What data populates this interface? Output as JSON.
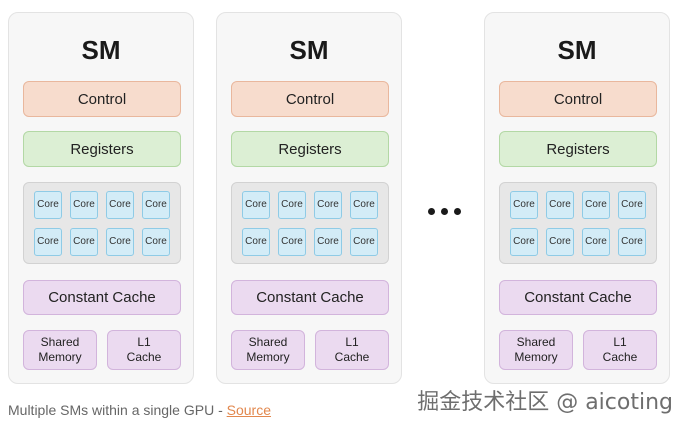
{
  "sm_blocks": [
    {
      "title": "SM",
      "control": "Control",
      "registers": "Registers",
      "cores": [
        "Core",
        "Core",
        "Core",
        "Core",
        "Core",
        "Core",
        "Core",
        "Core"
      ],
      "constant_cache": "Constant Cache",
      "shared_memory": "Shared\nMemory",
      "l1_cache": "L1\nCache"
    },
    {
      "title": "SM",
      "control": "Control",
      "registers": "Registers",
      "cores": [
        "Core",
        "Core",
        "Core",
        "Core",
        "Core",
        "Core",
        "Core",
        "Core"
      ],
      "constant_cache": "Constant Cache",
      "shared_memory": "Shared\nMemory",
      "l1_cache": "L1\nCache"
    },
    {
      "title": "SM",
      "control": "Control",
      "registers": "Registers",
      "cores": [
        "Core",
        "Core",
        "Core",
        "Core",
        "Core",
        "Core",
        "Core",
        "Core"
      ],
      "constant_cache": "Constant Cache",
      "shared_memory": "Shared\nMemory",
      "l1_cache": "L1\nCache"
    }
  ],
  "caption": {
    "text": "Multiple SMs within a single GPU - ",
    "link": "Source"
  },
  "watermark": "掘金技术社区 @ aicoting",
  "colors": {
    "control": "#f7dccd",
    "registers": "#dcefd4",
    "core": "#d3ecf7",
    "cache": "#ebdaf0",
    "link": "#e2884e"
  }
}
